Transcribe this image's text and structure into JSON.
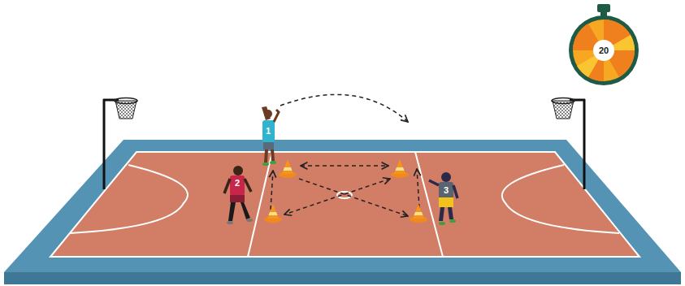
{
  "diagram": {
    "labels": [
      "20",
      "1",
      "2",
      "3"
    ]
  }
}
